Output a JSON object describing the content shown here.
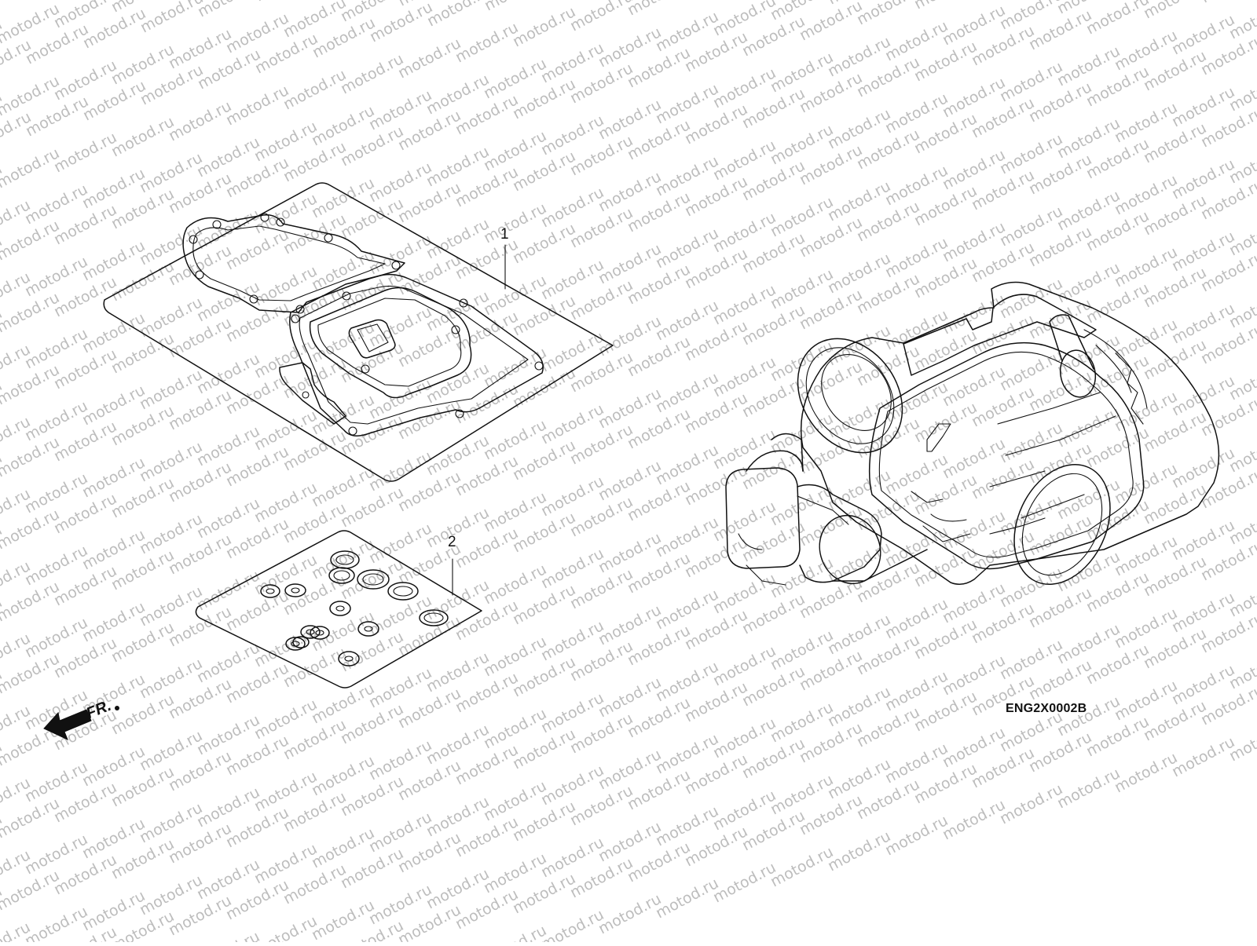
{
  "watermark": {
    "text": "motod.ru",
    "color": "#bdbdbd"
  },
  "callouts": [
    {
      "id": 1,
      "label": "1",
      "part": "gasket-kit-a"
    },
    {
      "id": 2,
      "label": "2",
      "part": "gasket-kit-b"
    }
  ],
  "direction_indicator": {
    "label": "FR.",
    "icon": "front-arrow-icon"
  },
  "diagram_code": "ENG2X0002B",
  "line_color": "#111111",
  "background_color": "#ffffff"
}
